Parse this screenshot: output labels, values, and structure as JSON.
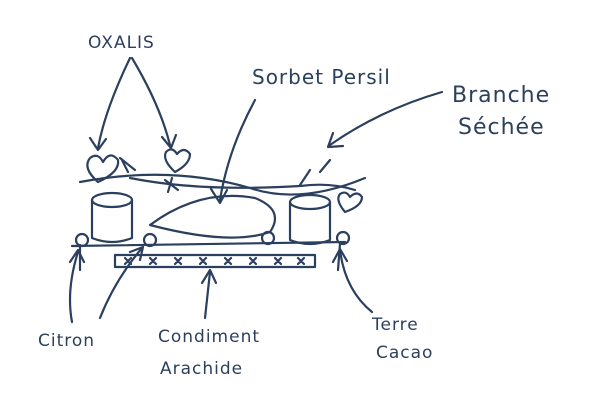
{
  "labels": {
    "oxalis": "OXALIS",
    "sorbet": "Sorbet Persil",
    "branche_line1": "Branche",
    "branche_line2": "Séchée",
    "citron": "Citron",
    "condiment_line1": "Condiment",
    "condiment_line2": "Arachide",
    "terre_line1": "Terre",
    "terre_line2": "Cacao"
  },
  "colors": {
    "ink": "#2b3f5e",
    "paper": "#ffffff"
  }
}
